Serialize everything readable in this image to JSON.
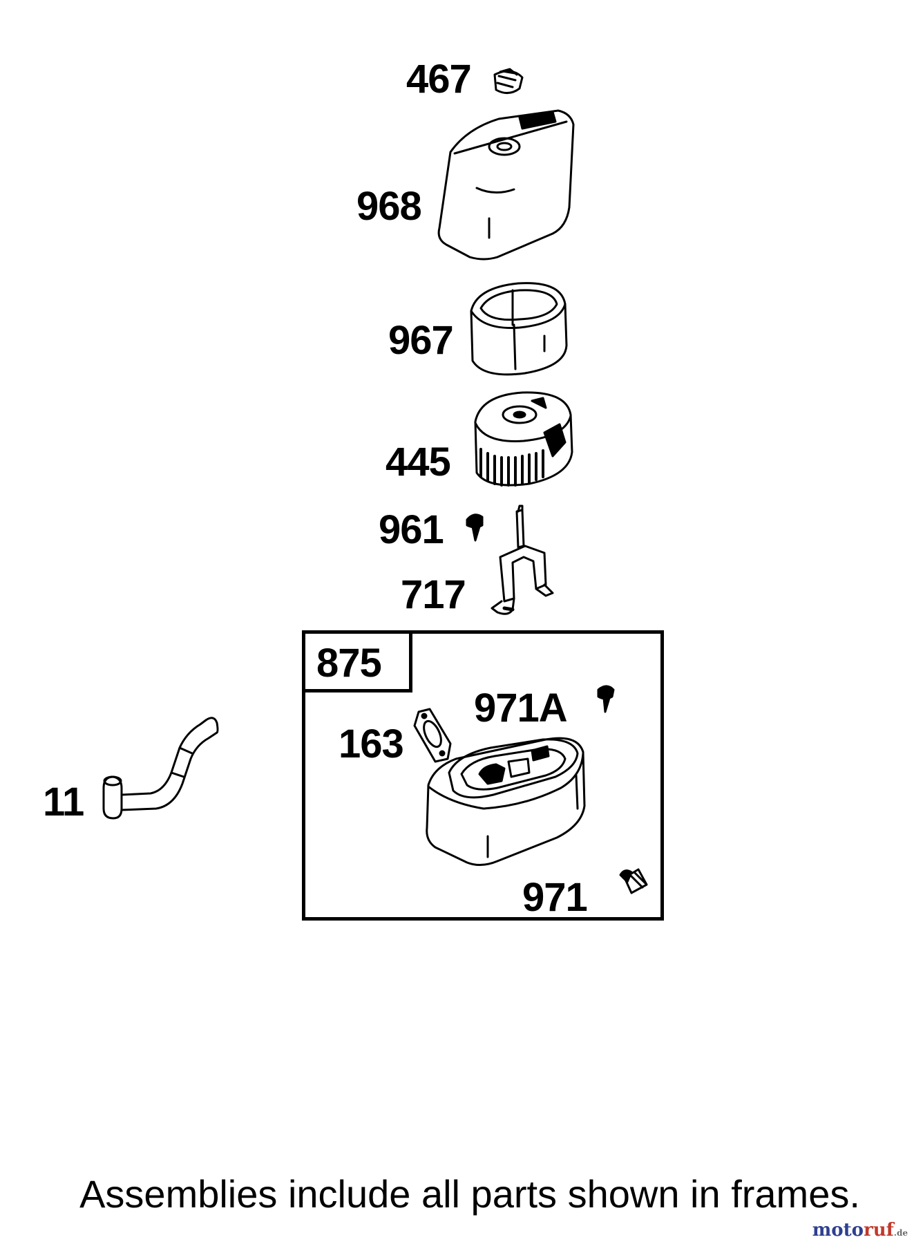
{
  "parts": {
    "p467": "467",
    "p968": "968",
    "p967": "967",
    "p445": "445",
    "p961": "961",
    "p717": "717",
    "p875": "875",
    "p971a": "971A",
    "p163": "163",
    "p971": "971",
    "p11": "11"
  },
  "footer_note": "Assemblies include all parts shown in frames.",
  "watermark": {
    "part1": "moto",
    "part2": "ruf",
    "part3": ".de"
  },
  "colors": {
    "line": "#000000",
    "background": "#ffffff"
  }
}
